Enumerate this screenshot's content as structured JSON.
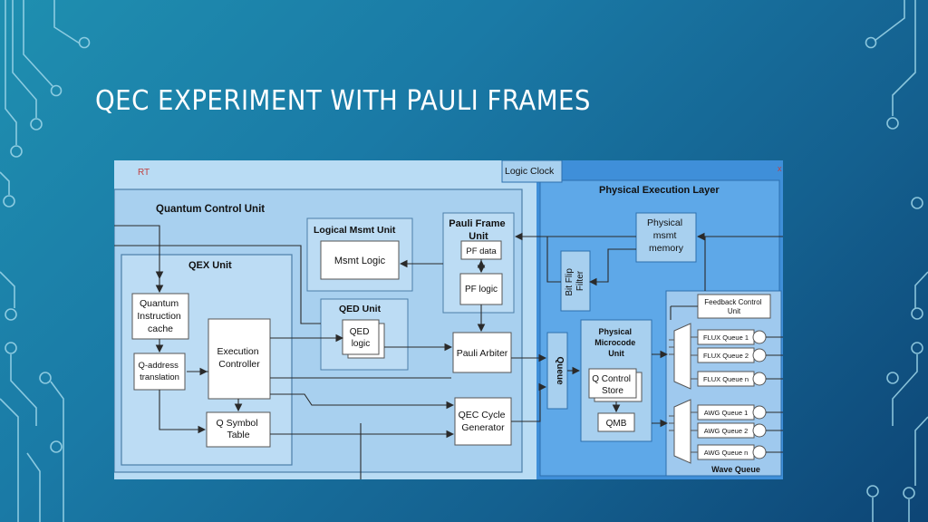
{
  "title": "QEC EXPERIMENT WITH PAULI FRAMES",
  "diagram": {
    "rt_label": "RT",
    "logic_clock": "Logic Clock",
    "physical_execution_layer": "Physical Execution Layer",
    "quantum_control_unit": "Quantum Control Unit",
    "qex_unit": "QEX Unit",
    "quantum_instruction_cache": [
      "Quantum",
      "Instruction",
      "cache"
    ],
    "q_address_translation": [
      "Q-address",
      "translation"
    ],
    "execution_controller": [
      "Execution",
      "Controller"
    ],
    "q_symbol_table": [
      "Q Symbol",
      "Table"
    ],
    "logical_msmt_unit": "Logical Msmt Unit",
    "msmt_logic": "Msmt Logic",
    "qed_unit": "QED Unit",
    "qed_logic": [
      "QED",
      "logic"
    ],
    "pauli_frame_unit": [
      "Pauli Frame",
      "Unit"
    ],
    "pf_data": "PF data",
    "pf_logic": "PF logic",
    "pauli_arbiter": "Pauli Arbiter",
    "qec_cycle_generator": [
      "QEC Cycle",
      "Generator"
    ],
    "bit_flip_filter": [
      "Bit Flip",
      "Filter"
    ],
    "queue": "Queue",
    "physical_msmt_memory": [
      "Physical",
      "msmt",
      "memory"
    ],
    "physical_microcode_unit": [
      "Physical",
      "Microcode",
      "Unit"
    ],
    "q_control_store": [
      "Q Control",
      "Store"
    ],
    "qmb": "QMB",
    "feedback_control_unit": [
      "Feedback Control",
      "Unit"
    ],
    "flux_queues": [
      "FLUX Queue 1",
      "FLUX Queue 2",
      "FLUX Queue n"
    ],
    "awg_queues": [
      "AWG Queue 1",
      "AWG Queue 2",
      "AWG Queue n"
    ],
    "wave_queue": "Wave Queue",
    "close_mark": "x"
  },
  "colors": {
    "rt_bg": "#b9dcf4",
    "physical_bg": "#3f8fd9",
    "box_fill": "#ffffff",
    "line": "#2a2a2a"
  }
}
